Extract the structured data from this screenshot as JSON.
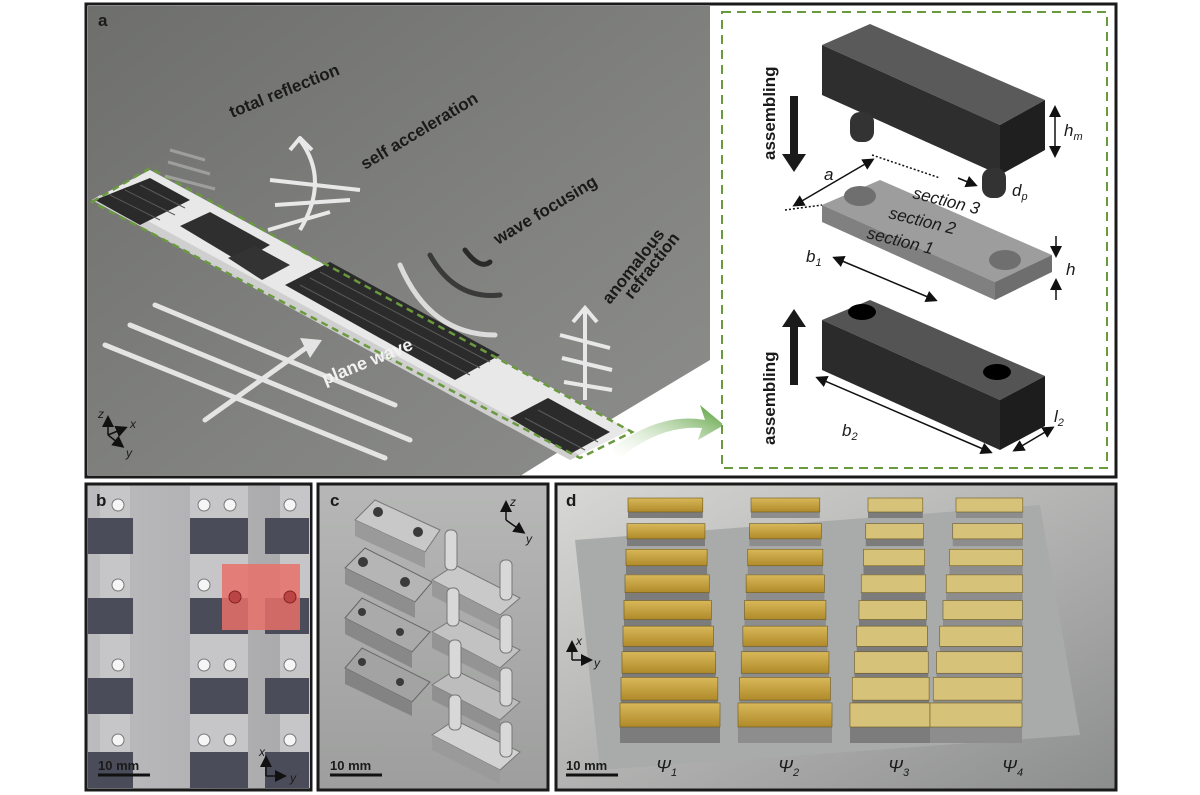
{
  "panels": {
    "a": {
      "letter": "a",
      "labels": {
        "total_reflection": "total reflection",
        "self_acceleration": "self acceleration",
        "wave_focusing": "wave focusing",
        "anomalous": "anomalous",
        "refraction": "refraction",
        "plane_wave": "plane wave"
      },
      "axes": {
        "z": "z",
        "x": "x",
        "y": "y"
      },
      "inset": {
        "assembling_top": "assembling",
        "assembling_bottom": "assembling",
        "section_1": "section 1",
        "section_2": "section 2",
        "section_3": "section 3",
        "a": "a",
        "b1": "b",
        "b1_sub": "1",
        "b2": "b",
        "b2_sub": "2",
        "hm": "h",
        "hm_sub": "m",
        "dp": "d",
        "dp_sub": "p",
        "h": "h",
        "l2": "l",
        "l2_sub": "2"
      }
    },
    "b": {
      "letter": "b",
      "scale": "10 mm",
      "axes": {
        "x": "x",
        "y": "y"
      }
    },
    "c": {
      "letter": "c",
      "scale": "10 mm",
      "axes": {
        "z": "z",
        "y": "y"
      }
    },
    "d": {
      "letter": "d",
      "scale": "10 mm",
      "axes": {
        "x": "x",
        "y": "y"
      },
      "psi": [
        {
          "sym": "Ψ",
          "sub": "1"
        },
        {
          "sym": "Ψ",
          "sub": "2"
        },
        {
          "sym": "Ψ",
          "sub": "3"
        },
        {
          "sym": "Ψ",
          "sub": "4"
        }
      ]
    }
  },
  "colors": {
    "frame": "#1a1a1a",
    "scene_gray": "#7c7d7b",
    "dashed_green": "#6a9a3e",
    "highlight_red": "#e8706a",
    "gold": "#c9a23a"
  }
}
